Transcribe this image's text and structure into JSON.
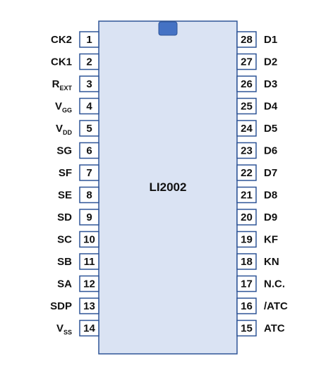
{
  "chip": {
    "name": "LI2002",
    "body_color": "#dae3f3",
    "outline_color": "#2f5597",
    "notch_color": "#4472c4"
  },
  "pins_left": [
    {
      "num": "1",
      "label": "CK2",
      "sub": ""
    },
    {
      "num": "2",
      "label": "CK1",
      "sub": ""
    },
    {
      "num": "3",
      "label": "R",
      "sub": "EXT"
    },
    {
      "num": "4",
      "label": "V",
      "sub": "GG"
    },
    {
      "num": "5",
      "label": "V",
      "sub": "DD"
    },
    {
      "num": "6",
      "label": "SG",
      "sub": ""
    },
    {
      "num": "7",
      "label": "SF",
      "sub": ""
    },
    {
      "num": "8",
      "label": "SE",
      "sub": ""
    },
    {
      "num": "9",
      "label": "SD",
      "sub": ""
    },
    {
      "num": "10",
      "label": "SC",
      "sub": ""
    },
    {
      "num": "11",
      "label": "SB",
      "sub": ""
    },
    {
      "num": "12",
      "label": "SA",
      "sub": ""
    },
    {
      "num": "13",
      "label": "SDP",
      "sub": ""
    },
    {
      "num": "14",
      "label": "V",
      "sub": "SS"
    }
  ],
  "pins_right": [
    {
      "num": "28",
      "label": "D1",
      "sub": ""
    },
    {
      "num": "27",
      "label": "D2",
      "sub": ""
    },
    {
      "num": "26",
      "label": "D3",
      "sub": ""
    },
    {
      "num": "25",
      "label": "D4",
      "sub": ""
    },
    {
      "num": "24",
      "label": "D5",
      "sub": ""
    },
    {
      "num": "23",
      "label": "D6",
      "sub": ""
    },
    {
      "num": "22",
      "label": "D7",
      "sub": ""
    },
    {
      "num": "21",
      "label": "D8",
      "sub": ""
    },
    {
      "num": "20",
      "label": "D9",
      "sub": ""
    },
    {
      "num": "19",
      "label": "KF",
      "sub": ""
    },
    {
      "num": "18",
      "label": "KN",
      "sub": ""
    },
    {
      "num": "17",
      "label": "N.C.",
      "sub": ""
    },
    {
      "num": "16",
      "label": "/ATC",
      "sub": ""
    },
    {
      "num": "15",
      "label": "ATC",
      "sub": ""
    }
  ]
}
